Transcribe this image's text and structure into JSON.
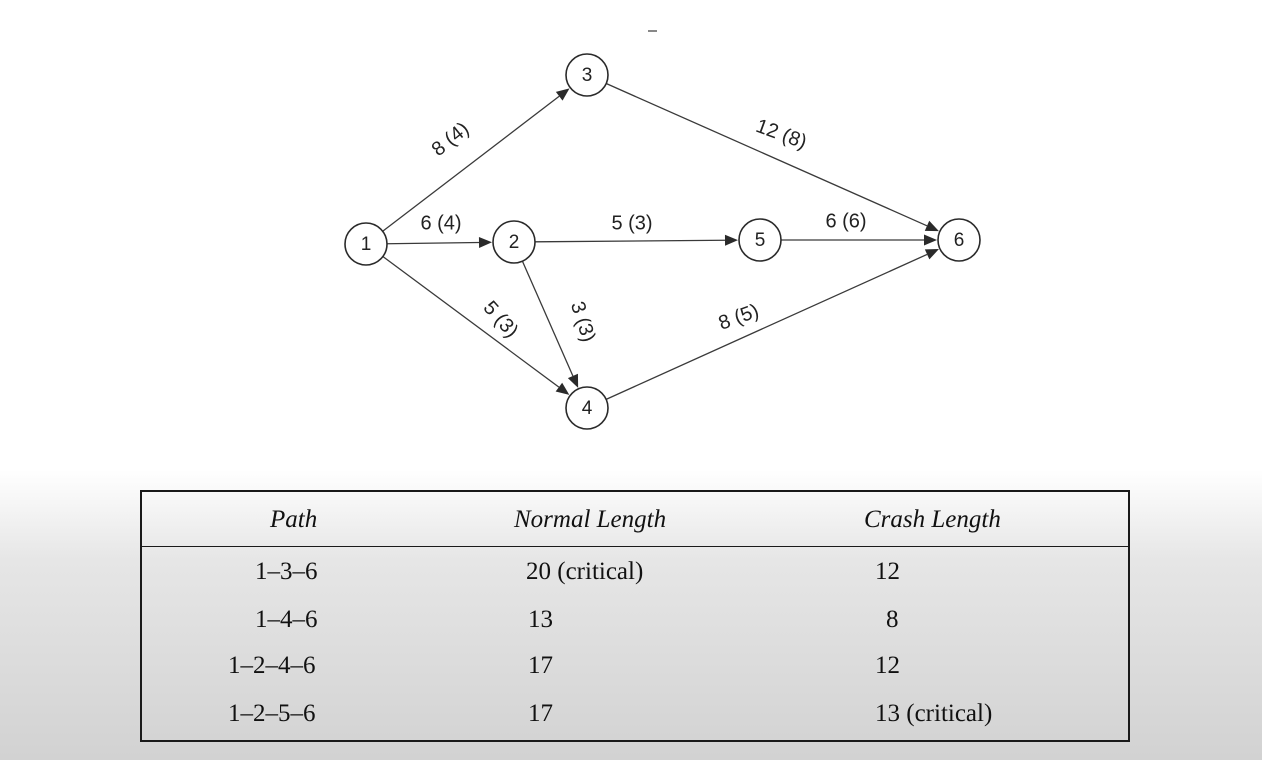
{
  "network": {
    "nodes": [
      {
        "id": "1",
        "label": "1"
      },
      {
        "id": "2",
        "label": "2"
      },
      {
        "id": "3",
        "label": "3"
      },
      {
        "id": "4",
        "label": "4"
      },
      {
        "id": "5",
        "label": "5"
      },
      {
        "id": "6",
        "label": "6"
      }
    ],
    "edges": [
      {
        "from": "1",
        "to": "3",
        "label": "8 (4)"
      },
      {
        "from": "1",
        "to": "2",
        "label": "6 (4)"
      },
      {
        "from": "1",
        "to": "4",
        "label": "5 (3)"
      },
      {
        "from": "2",
        "to": "5",
        "label": "5 (3)"
      },
      {
        "from": "2",
        "to": "4",
        "label": "3 (3)"
      },
      {
        "from": "3",
        "to": "6",
        "label": "12 (8)"
      },
      {
        "from": "5",
        "to": "6",
        "label": "6 (6)"
      },
      {
        "from": "4",
        "to": "6",
        "label": "8 (5)"
      }
    ]
  },
  "table": {
    "headers": {
      "path": "Path",
      "normal": "Normal Length",
      "crash": "Crash Length"
    },
    "rows": [
      {
        "path": "1–3–6",
        "normal": "20 (critical)",
        "crash": "12"
      },
      {
        "path": "1–4–6",
        "normal": "13",
        "crash": "8"
      },
      {
        "path": "1–2–4–6",
        "normal": "17",
        "crash": "12"
      },
      {
        "path": "1–2–5–6",
        "normal": "17",
        "crash": "13 (critical)"
      }
    ]
  }
}
